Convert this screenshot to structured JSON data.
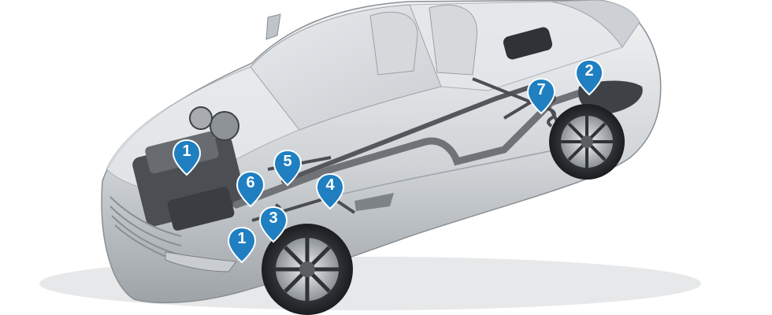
{
  "markers": [
    {
      "label": "1",
      "part": "engine"
    },
    {
      "label": "2",
      "part": "rear-muffler"
    },
    {
      "label": "7",
      "part": "rear-suspension"
    },
    {
      "label": "5",
      "part": "steering"
    },
    {
      "label": "6",
      "part": "engine-mount"
    },
    {
      "label": "4",
      "part": "front-subframe"
    },
    {
      "label": "3",
      "part": "front-strut"
    },
    {
      "label": "1",
      "part": "front-brake"
    }
  ],
  "colors": {
    "marker_fill": "#1f7fc1",
    "marker_text": "#ffffff",
    "body_light": "#dcdfe2",
    "body_mid": "#b9bdc1",
    "body_dark": "#3e4246"
  }
}
